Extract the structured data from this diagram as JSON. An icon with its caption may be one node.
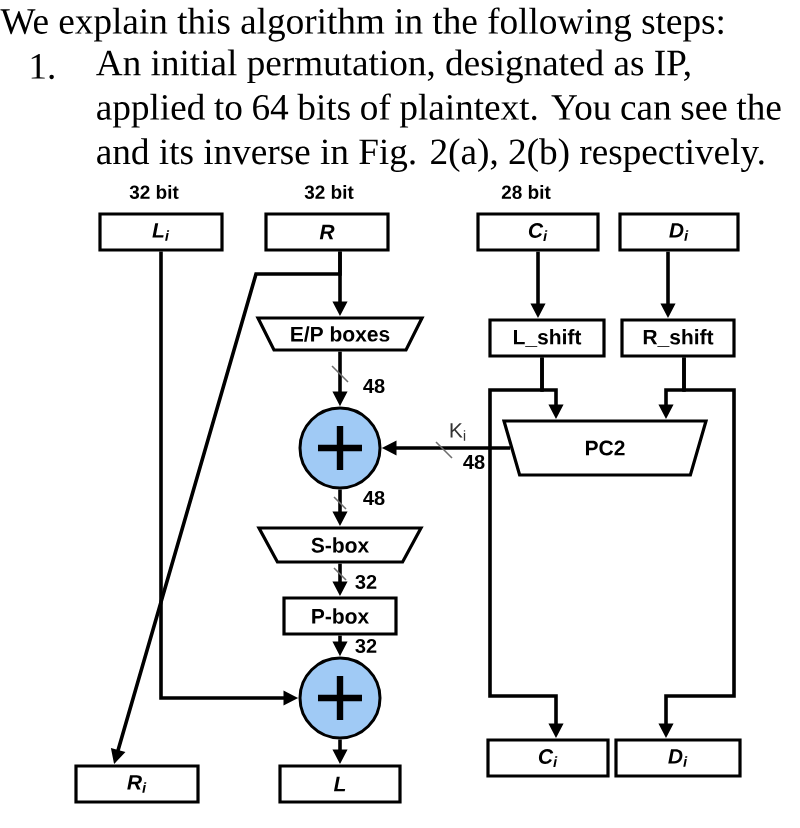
{
  "diagram": {
    "nodes": [
      {
        "text": [
          "L$_{i}$"
        ],
        "beside": [
          "32 bit"
        ]
      },
      {
        "text": [
          "R"
        ],
        "beside": [
          "32 bit"
        ]
      },
      {
        "text": [
          "C$_{i}$"
        ],
        "beside": [
          "28 bit"
        ]
      },
      {
        "text": [
          "D$_{i}$"
        ]
      },
      {
        "text": [
          "E/P boxes"
        ]
      },
      {
        "text": [
          "L_shift"
        ]
      },
      {
        "text": [
          "R_shift"
        ]
      },
      {
        "text": [],
        "shape": "circle"
      },
      {
        "text": [
          "PC2"
        ]
      },
      {
        "text": [
          "S-box"
        ]
      },
      {
        "text": [
          "P-box"
        ]
      },
      {
        "text": [],
        "shape": "circle"
      },
      {
        "text": [
          "R$_{i}$"
        ]
      },
      {
        "text": [
          "L"
        ]
      },
      {
        "text": [
          "C$_{i}$"
        ]
      },
      {
        "text": [
          "D$_{i}$"
        ]
      }
    ],
    "edges": [
      {
        "from": 0,
        "to": 11,
        "arrow": "to"
      },
      {
        "from": 1,
        "to": 4,
        "arrow": "to"
      },
      {
        "from": 1,
        "to": 12,
        "arrow": "to"
      },
      {
        "from": 2,
        "to": 5,
        "arrow": "to"
      },
      {
        "from": 3,
        "to": 6,
        "arrow": "to"
      },
      {
        "from": 4,
        "to": 7,
        "arrow": "to",
        "label": "48"
      },
      {
        "from": 8,
        "to": 7,
        "arrow": "to",
        "label": "K$_{i}$"
      },
      {
        "from": 5,
        "to": 8,
        "arrow": "to"
      },
      {
        "from": 5,
        "to": 14,
        "arrow": "to"
      },
      {
        "from": 6,
        "to": 8,
        "arrow": "to"
      },
      {
        "from": 6,
        "to": 15,
        "arrow": "to"
      },
      {
        "from": 7,
        "to": 9,
        "arrow": "to",
        "label": "48"
      },
      {
        "from": 9,
        "to": 10,
        "arrow": "to",
        "label": "32"
      },
      {
        "from": 10,
        "to": 11,
        "arrow": "to",
        "label": "32"
      },
      {
        "from": 11,
        "to": 13,
        "arrow": "to"
      }
    ],
    "labels": [
      "We explain this algorithm in the following steps:",
      "1.",
      "An initial permutation, designated as IP, applied to 64 bits of plaintext. You can see the and its inverse in Fig. 2(a), 2(b) respectively.",
      "48"
    ]
  }
}
